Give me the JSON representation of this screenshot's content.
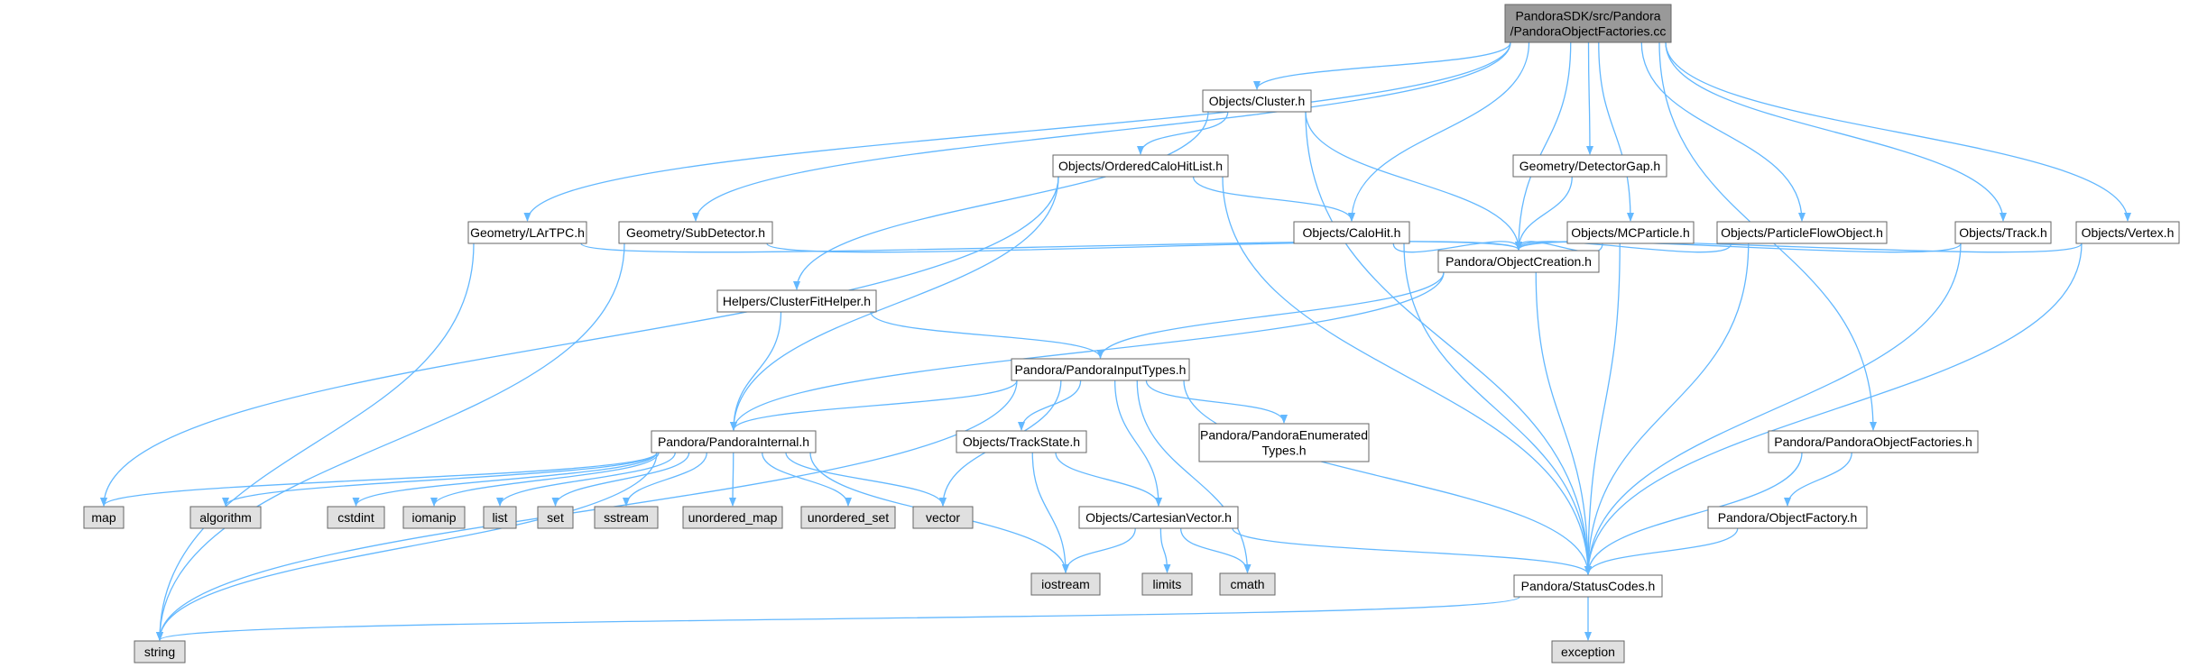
{
  "colors": {
    "root_fill": "#999999",
    "header_fill": "#ffffff",
    "system_fill": "#e0e0e0",
    "border": "#666666",
    "edge": "#63b8ff"
  },
  "nodes": [
    {
      "id": "root",
      "lines": [
        "PandoraSDK/src/Pandora",
        "/PandoraObjectFactories.cc"
      ],
      "kind": "root"
    },
    {
      "id": "cluster",
      "lines": [
        "Objects/Cluster.h"
      ],
      "kind": "header"
    },
    {
      "id": "ordered",
      "lines": [
        "Objects/OrderedCaloHitList.h"
      ],
      "kind": "header"
    },
    {
      "id": "detgap",
      "lines": [
        "Geometry/DetectorGap.h"
      ],
      "kind": "header"
    },
    {
      "id": "lartpc",
      "lines": [
        "Geometry/LArTPC.h"
      ],
      "kind": "header"
    },
    {
      "id": "subdet",
      "lines": [
        "Geometry/SubDetector.h"
      ],
      "kind": "header"
    },
    {
      "id": "calohit",
      "lines": [
        "Objects/CaloHit.h"
      ],
      "kind": "header"
    },
    {
      "id": "mcp",
      "lines": [
        "Objects/MCParticle.h"
      ],
      "kind": "header"
    },
    {
      "id": "pfo",
      "lines": [
        "Objects/ParticleFlowObject.h"
      ],
      "kind": "header"
    },
    {
      "id": "track",
      "lines": [
        "Objects/Track.h"
      ],
      "kind": "header"
    },
    {
      "id": "vertex",
      "lines": [
        "Objects/Vertex.h"
      ],
      "kind": "header"
    },
    {
      "id": "objcreation",
      "lines": [
        "Pandora/ObjectCreation.h"
      ],
      "kind": "header"
    },
    {
      "id": "clusterfit",
      "lines": [
        "Helpers/ClusterFitHelper.h"
      ],
      "kind": "header"
    },
    {
      "id": "inputtypes",
      "lines": [
        "Pandora/PandoraInputTypes.h"
      ],
      "kind": "header"
    },
    {
      "id": "internal",
      "lines": [
        "Pandora/PandoraInternal.h"
      ],
      "kind": "header"
    },
    {
      "id": "trackstate",
      "lines": [
        "Objects/TrackState.h"
      ],
      "kind": "header"
    },
    {
      "id": "enumerated",
      "lines": [
        "Pandora/PandoraEnumerated",
        "Types.h"
      ],
      "kind": "header"
    },
    {
      "id": "objfactories",
      "lines": [
        "Pandora/PandoraObjectFactories.h"
      ],
      "kind": "header"
    },
    {
      "id": "objfactory",
      "lines": [
        "Pandora/ObjectFactory.h"
      ],
      "kind": "header"
    },
    {
      "id": "cartesian",
      "lines": [
        "Objects/CartesianVector.h"
      ],
      "kind": "header"
    },
    {
      "id": "statuscodes",
      "lines": [
        "Pandora/StatusCodes.h"
      ],
      "kind": "header"
    },
    {
      "id": "map",
      "lines": [
        "map"
      ],
      "kind": "system"
    },
    {
      "id": "algorithm",
      "lines": [
        "algorithm"
      ],
      "kind": "system"
    },
    {
      "id": "cstdint",
      "lines": [
        "cstdint"
      ],
      "kind": "system"
    },
    {
      "id": "iomanip",
      "lines": [
        "iomanip"
      ],
      "kind": "system"
    },
    {
      "id": "list",
      "lines": [
        "list"
      ],
      "kind": "system"
    },
    {
      "id": "set",
      "lines": [
        "set"
      ],
      "kind": "system"
    },
    {
      "id": "sstream",
      "lines": [
        "sstream"
      ],
      "kind": "system"
    },
    {
      "id": "unordered_map",
      "lines": [
        "unordered_map"
      ],
      "kind": "system"
    },
    {
      "id": "unordered_set",
      "lines": [
        "unordered_set"
      ],
      "kind": "system"
    },
    {
      "id": "vector",
      "lines": [
        "vector"
      ],
      "kind": "system"
    },
    {
      "id": "iostream",
      "lines": [
        "iostream"
      ],
      "kind": "system"
    },
    {
      "id": "limits",
      "lines": [
        "limits"
      ],
      "kind": "system"
    },
    {
      "id": "cmath",
      "lines": [
        "cmath"
      ],
      "kind": "system"
    },
    {
      "id": "string",
      "lines": [
        "string"
      ],
      "kind": "system"
    },
    {
      "id": "exception",
      "lines": [
        "exception"
      ],
      "kind": "system"
    }
  ],
  "edges": [
    [
      "root",
      "lartpc"
    ],
    [
      "root",
      "subdet"
    ],
    [
      "root",
      "cluster"
    ],
    [
      "root",
      "calohit"
    ],
    [
      "root",
      "objcreation"
    ],
    [
      "root",
      "detgap"
    ],
    [
      "root",
      "mcp"
    ],
    [
      "root",
      "pfo"
    ],
    [
      "root",
      "objfactories"
    ],
    [
      "root",
      "track"
    ],
    [
      "root",
      "vertex"
    ],
    [
      "cluster",
      "ordered"
    ],
    [
      "cluster",
      "clusterfit"
    ],
    [
      "cluster",
      "objcreation"
    ],
    [
      "cluster",
      "statuscodes"
    ],
    [
      "ordered",
      "calohit"
    ],
    [
      "ordered",
      "map"
    ],
    [
      "ordered",
      "internal"
    ],
    [
      "ordered",
      "statuscodes"
    ],
    [
      "lartpc",
      "objcreation"
    ],
    [
      "lartpc",
      "string"
    ],
    [
      "subdet",
      "objcreation"
    ],
    [
      "subdet",
      "string"
    ],
    [
      "calohit",
      "objcreation"
    ],
    [
      "calohit",
      "statuscodes"
    ],
    [
      "detgap",
      "objcreation"
    ],
    [
      "mcp",
      "objcreation"
    ],
    [
      "mcp",
      "statuscodes"
    ],
    [
      "pfo",
      "objcreation"
    ],
    [
      "pfo",
      "statuscodes"
    ],
    [
      "track",
      "objcreation"
    ],
    [
      "track",
      "statuscodes"
    ],
    [
      "vertex",
      "objcreation"
    ],
    [
      "vertex",
      "statuscodes"
    ],
    [
      "objcreation",
      "inputtypes"
    ],
    [
      "objcreation",
      "internal"
    ],
    [
      "objcreation",
      "statuscodes"
    ],
    [
      "clusterfit",
      "inputtypes"
    ],
    [
      "clusterfit",
      "internal"
    ],
    [
      "inputtypes",
      "internal"
    ],
    [
      "inputtypes",
      "trackstate"
    ],
    [
      "inputtypes",
      "enumerated"
    ],
    [
      "inputtypes",
      "cartesian"
    ],
    [
      "inputtypes",
      "statuscodes"
    ],
    [
      "inputtypes",
      "vector"
    ],
    [
      "inputtypes",
      "cmath"
    ],
    [
      "inputtypes",
      "string"
    ],
    [
      "internal",
      "map"
    ],
    [
      "internal",
      "algorithm"
    ],
    [
      "internal",
      "cstdint"
    ],
    [
      "internal",
      "iomanip"
    ],
    [
      "internal",
      "list"
    ],
    [
      "internal",
      "set"
    ],
    [
      "internal",
      "sstream"
    ],
    [
      "internal",
      "unordered_map"
    ],
    [
      "internal",
      "unordered_set"
    ],
    [
      "internal",
      "vector"
    ],
    [
      "internal",
      "iostream"
    ],
    [
      "internal",
      "string"
    ],
    [
      "trackstate",
      "cartesian"
    ],
    [
      "trackstate",
      "iostream"
    ],
    [
      "cartesian",
      "iostream"
    ],
    [
      "cartesian",
      "limits"
    ],
    [
      "cartesian",
      "cmath"
    ],
    [
      "cartesian",
      "statuscodes"
    ],
    [
      "objfactories",
      "objfactory"
    ],
    [
      "objfactories",
      "statuscodes"
    ],
    [
      "objfactory",
      "statuscodes"
    ],
    [
      "statuscodes",
      "exception"
    ],
    [
      "statuscodes",
      "string"
    ]
  ]
}
